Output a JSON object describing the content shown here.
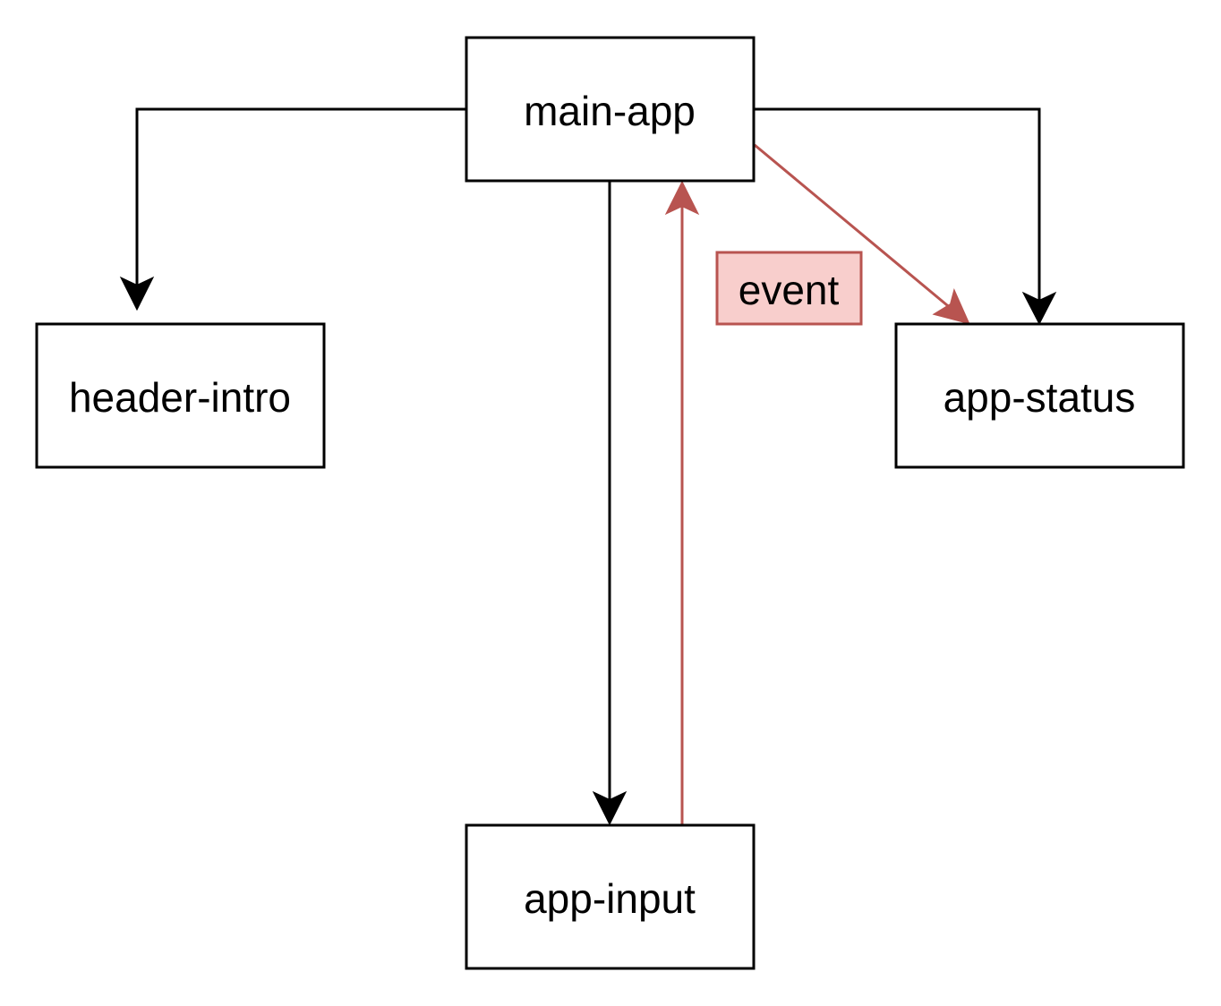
{
  "nodes": {
    "main_app": "main-app",
    "header_intro": "header-intro",
    "app_status": "app-status",
    "app_input": "app-input",
    "event": "event"
  },
  "colors": {
    "edge": "#000000",
    "event_edge": "#b85450",
    "event_fill": "#f8cecc",
    "node_fill": "#ffffff"
  }
}
